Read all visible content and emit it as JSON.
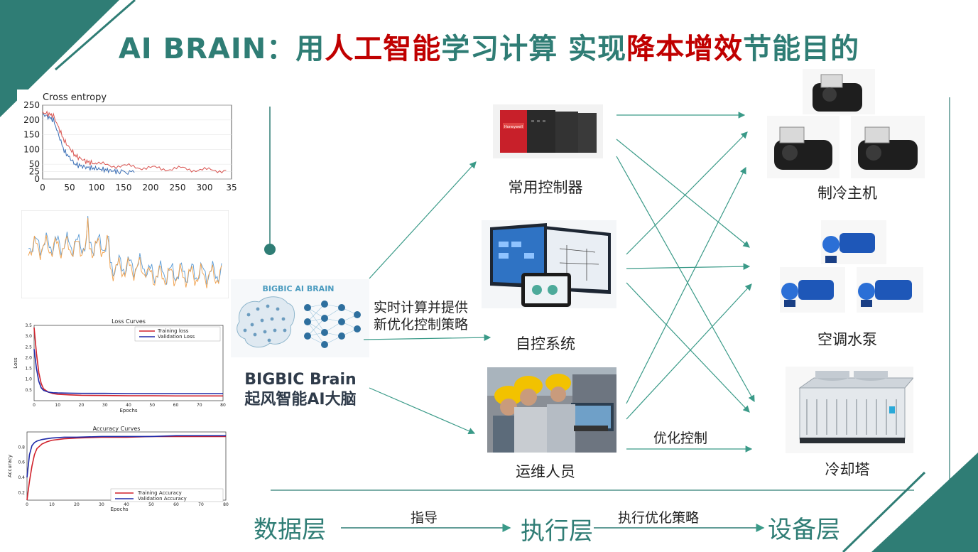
{
  "title": {
    "part1": "AI BRAIN：用",
    "part2": "人工智能",
    "part3": "学习计算 实现",
    "part4": "降本增效",
    "part5": "节能目的"
  },
  "brain": {
    "badge": "BIGBIC AI BRAIN",
    "name_en": "BIGBIC Brain",
    "name_cn": "起风智能AI大脑"
  },
  "annotations": {
    "realtime": "实时计算并提供",
    "strategy": "新优化控制策略",
    "optimize": "优化控制"
  },
  "execution": {
    "controller": "常用控制器",
    "autosys": "自控系统",
    "operator": "运维人员"
  },
  "equipment": {
    "chiller": "制冷主机",
    "pump": "空调水泵",
    "tower": "冷却塔"
  },
  "controller_brand": "Honeywell",
  "layers": {
    "data": "数据层",
    "guide": "指导",
    "exec": "执行层",
    "exec_strategy": "执行优化策略",
    "device": "设备层"
  },
  "colors": {
    "teal": "#2f7d75",
    "red": "#c00000",
    "arrow": "#3a9a88"
  },
  "chart_data": [
    {
      "type": "line",
      "title": "Cross entropy",
      "xlabel": "",
      "ylabel": "",
      "xlim": [
        0,
        350
      ],
      "ylim": [
        0,
        250
      ],
      "xticks": [
        "0",
        "50",
        "100",
        "150",
        "200",
        "250",
        "300",
        "35"
      ],
      "yticks": [
        "0",
        "25",
        "50",
        "100",
        "150",
        "200",
        "250"
      ],
      "series": [
        {
          "x": [
            0,
            20,
            40,
            60,
            80,
            100,
            140,
            180,
            220,
            260,
            300,
            340
          ],
          "y": [
            225,
            215,
            130,
            80,
            60,
            50,
            45,
            40,
            35,
            35,
            30,
            30
          ]
        },
        {
          "x": [
            0,
            20,
            40,
            60,
            80,
            100,
            120,
            140,
            170
          ],
          "y": [
            220,
            200,
            95,
            50,
            40,
            35,
            30,
            25,
            22
          ]
        }
      ]
    },
    {
      "type": "line",
      "title": "",
      "series": [
        {
          "name": "",
          "values": []
        },
        {
          "name": "",
          "values": []
        }
      ]
    },
    {
      "type": "line",
      "title": "Loss Curves",
      "xlabel": "Epochs",
      "ylabel": "Loss",
      "xlim": [
        0,
        80
      ],
      "ylim": [
        0,
        3.5
      ],
      "xticks": [
        "0",
        "10",
        "20",
        "30",
        "40",
        "50",
        "60",
        "70",
        "80"
      ],
      "yticks": [
        "0.5",
        "1.0",
        "1.5",
        "2.0",
        "2.5",
        "3.0",
        "3.5"
      ],
      "series": [
        {
          "name": "Training loss",
          "x": [
            0,
            1,
            2,
            3,
            4,
            6,
            8,
            10,
            15,
            20,
            30,
            40,
            50,
            60,
            70,
            80
          ],
          "y": [
            3.4,
            2.2,
            1.3,
            0.8,
            0.55,
            0.4,
            0.33,
            0.3,
            0.27,
            0.25,
            0.24,
            0.23,
            0.23,
            0.22,
            0.22,
            0.22
          ]
        },
        {
          "name": "Validation Loss",
          "x": [
            0,
            1,
            2,
            3,
            4,
            6,
            8,
            10,
            15,
            20,
            30,
            40,
            50,
            60,
            70,
            80
          ],
          "y": [
            2.4,
            1.5,
            0.9,
            0.6,
            0.48,
            0.4,
            0.37,
            0.36,
            0.35,
            0.34,
            0.34,
            0.33,
            0.33,
            0.33,
            0.33,
            0.33
          ]
        }
      ]
    },
    {
      "type": "line",
      "title": "Accuracy Curves",
      "xlabel": "Epochs",
      "ylabel": "Accuracy",
      "xlim": [
        0,
        80
      ],
      "ylim": [
        0.1,
        1.0
      ],
      "xticks": [
        "0",
        "10",
        "20",
        "30",
        "40",
        "50",
        "60",
        "70",
        "80"
      ],
      "yticks": [
        "0.2",
        "0.4",
        "0.6",
        "0.8"
      ],
      "series": [
        {
          "name": "Training Accuracy",
          "x": [
            0,
            1,
            2,
            3,
            4,
            6,
            8,
            10,
            15,
            20,
            30,
            40,
            50,
            60,
            70,
            80
          ],
          "y": [
            0.1,
            0.35,
            0.55,
            0.7,
            0.78,
            0.84,
            0.87,
            0.89,
            0.91,
            0.92,
            0.93,
            0.93,
            0.94,
            0.94,
            0.94,
            0.94
          ]
        },
        {
          "name": "Validation Accuracy",
          "x": [
            0,
            1,
            2,
            3,
            4,
            6,
            8,
            10,
            15,
            20,
            30,
            40,
            50,
            60,
            70,
            80
          ],
          "y": [
            0.4,
            0.7,
            0.82,
            0.86,
            0.88,
            0.9,
            0.91,
            0.92,
            0.93,
            0.93,
            0.94,
            0.94,
            0.94,
            0.95,
            0.95,
            0.95
          ]
        }
      ]
    }
  ]
}
